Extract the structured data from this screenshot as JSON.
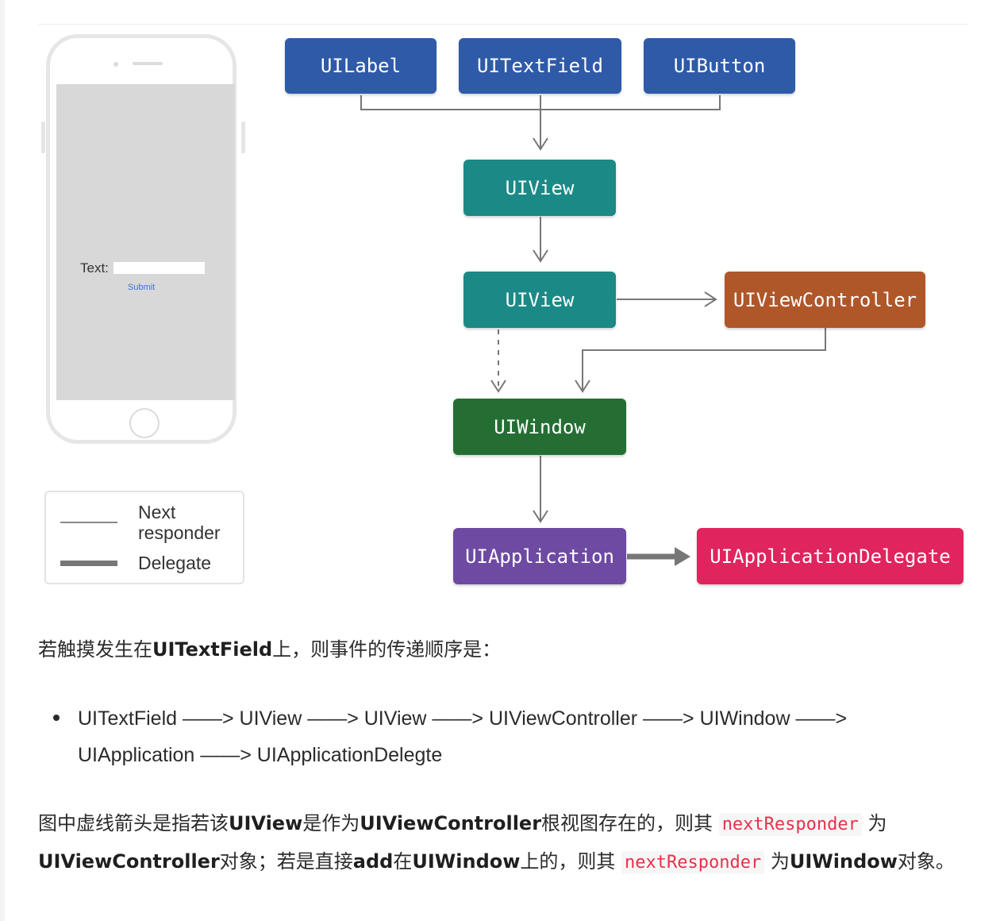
{
  "diagram": {
    "nodes": {
      "uilabel": "UILabel",
      "uitextfield": "UITextField",
      "uibutton": "UIButton",
      "uiview1": "UIView",
      "uiview2": "UIView",
      "uiviewcontroller": "UIViewController",
      "uiwindow": "UIWindow",
      "uiapplication": "UIApplication",
      "uiapplicationdelegate": "UIApplicationDelegate"
    },
    "phone": {
      "text_label": "Text:",
      "submit_label": "Submit"
    },
    "legend": {
      "next_responder": "Next responder",
      "delegate": "Delegate"
    },
    "colors": {
      "blue": "#2f5aa8",
      "teal": "#1b8a87",
      "orange": "#b0572a",
      "green": "#246e33",
      "purple": "#6e4aa3",
      "pink": "#e0245e"
    }
  },
  "paragraph1": {
    "prefix": "若触摸发生在",
    "bold": "UITextField",
    "suffix": "上，则事件的传递顺序是："
  },
  "list": {
    "item1": "UITextField ——> UIView ——> UIView ——> UIViewController ——> UIWindow ——> UIApplication ——> UIApplicationDelegte"
  },
  "paragraph2": {
    "t1": "图中虚线箭头是指若该",
    "b1": "UIView",
    "t2": "是作为",
    "b2": "UIViewController",
    "t3": "根视图存在的，则其 ",
    "code1": "nextResponder",
    "t4": " 为",
    "b3": "UIViewController",
    "t5": "对象；若是直接",
    "b4": "add",
    "t6": "在",
    "b5": "UIWindow",
    "t7": "上的，则其 ",
    "code2": "nextResponder",
    "t8": " 为",
    "b6": "UIWindow",
    "t9": "对象。"
  }
}
